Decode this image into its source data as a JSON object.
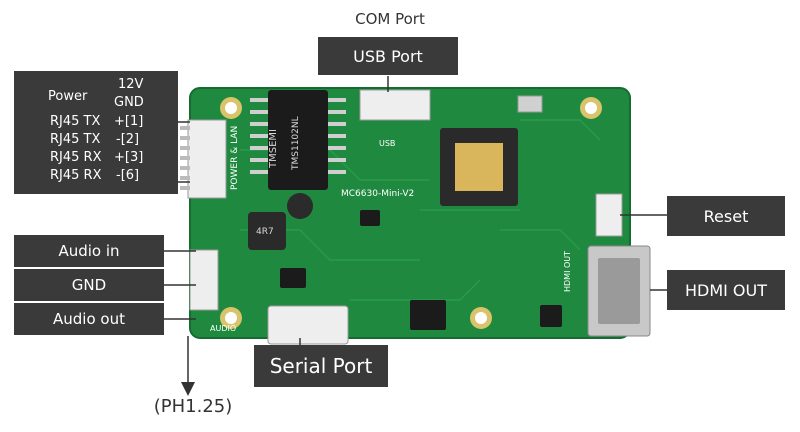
{
  "labels": {
    "com_port": "COM Port",
    "usb_port": "USB Port",
    "reset": "Reset",
    "hdmi_out": "HDMI OUT",
    "serial_port": "Serial Port",
    "audio_in": "Audio in",
    "gnd": "GND",
    "audio_out": "Audio out",
    "ph125": "(PH1.25)"
  },
  "power_pinout": {
    "power": "Power",
    "v12": "12V",
    "gnd": "GND",
    "rows": [
      {
        "name": "RJ45 TX",
        "pin": "+[1]"
      },
      {
        "name": "RJ45 TX",
        "pin": "-[2]"
      },
      {
        "name": "RJ45 RX",
        "pin": "+[3]"
      },
      {
        "name": "RJ45 RX",
        "pin": "-[6]"
      }
    ]
  },
  "board_marks": {
    "model": "MC6630-Mini-V2",
    "transformer": "TMSEMI",
    "transformer_part": "TMS1102NL",
    "inductor": "4R7",
    "power_lan": "POWER & LAN",
    "usb": "USB",
    "audio": "AUDIO",
    "hdmi": "HDMI OUT"
  },
  "colors": {
    "pcb": "#1f8a3f",
    "label_bg": "#3a3a3a",
    "label_text": "#ffffff"
  }
}
